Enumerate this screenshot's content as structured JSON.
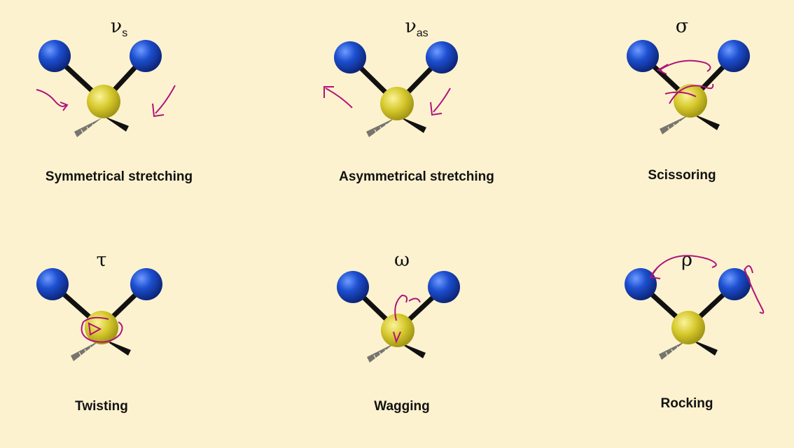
{
  "colors": {
    "background": "#fdf2cf",
    "hydrogen": "#1a3fb8",
    "sulfur": "#d2c62a",
    "bond": "#111111",
    "annotation": "#b0137a"
  },
  "modes": [
    {
      "symbol": "ν",
      "subscript": "s",
      "label": "Symmetrical stretching"
    },
    {
      "symbol": "ν",
      "subscript": "as",
      "label": "Asymmetrical stretching"
    },
    {
      "symbol": "σ",
      "subscript": "",
      "label": "Scissoring"
    },
    {
      "symbol": "τ",
      "subscript": "",
      "label": "Twisting"
    },
    {
      "symbol": "ω",
      "subscript": "",
      "label": "Wagging"
    },
    {
      "symbol": "ρ",
      "subscript": "",
      "label": "Rocking"
    }
  ]
}
